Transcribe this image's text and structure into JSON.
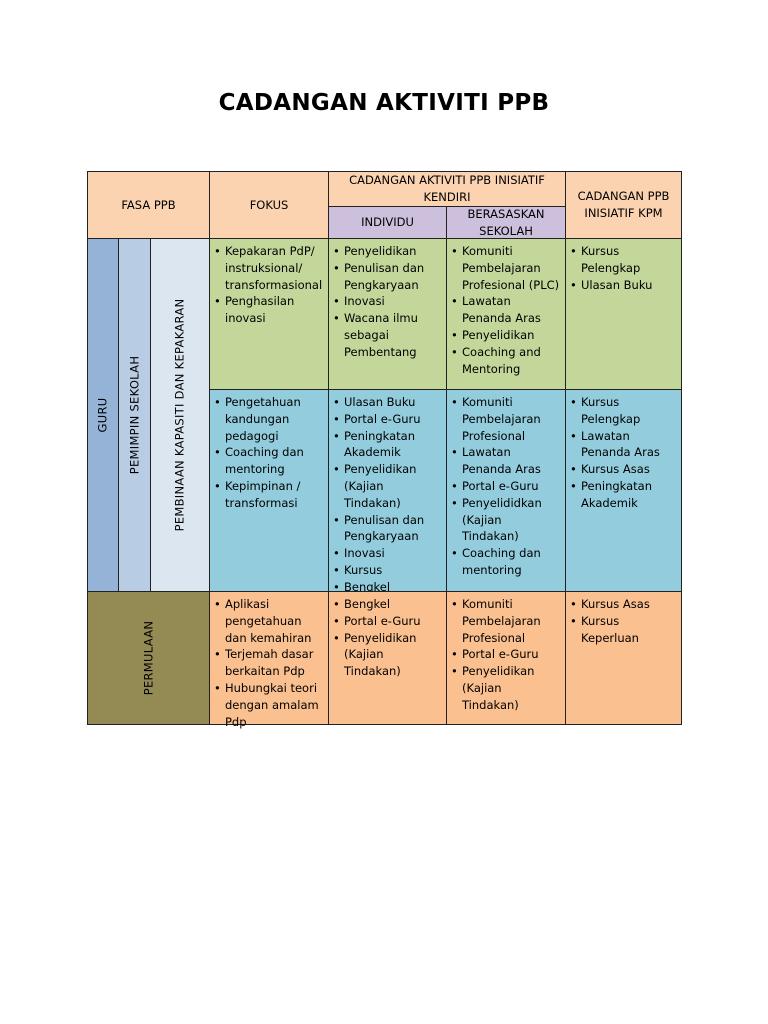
{
  "title": "CADANGAN AKTIVITI PPB",
  "headers": {
    "fasa": "FASA PPB",
    "fokus": "FOKUS",
    "kendiri": "CADANGAN AKTIVITI PPB INISIATIF KENDIRI",
    "individu": "INDIVIDU",
    "sekolah": "BERASASKAN SEKOLAH",
    "kpm": "CADANGAN PPB INISIATIF KPM"
  },
  "phases": {
    "guru": "GURU",
    "pemimpin": "PEMIMPIN SEKOLAH",
    "pembinaan": "PEMBINAAN KAPASITI DAN KEPAKARAN",
    "permulaan": "PERMULAAN"
  },
  "rows": [
    {
      "fokus": [
        "Kepakaran PdP/ instruksional/ transformasional",
        "Penghasilan inovasi"
      ],
      "individu": [
        "Penyelidikan",
        "Penulisan dan Pengkaryaan",
        "Inovasi",
        "Wacana ilmu sebagai Pembentang"
      ],
      "sekolah": [
        "Komuniti Pembelajaran Profesional (PLC)",
        "Lawatan Penanda Aras",
        "Penyelidikan",
        "Coaching and Mentoring"
      ],
      "kpm": [
        "Kursus Pelengkap",
        "Ulasan Buku"
      ]
    },
    {
      "fokus": [
        "Pengetahuan kandungan pedagogi",
        "Coaching dan mentoring",
        "Kepimpinan / transformasi"
      ],
      "individu": [
        "Ulasan Buku",
        "Portal e-Guru",
        "Peningkatan Akademik",
        "Penyelidikan (Kajian Tindakan)",
        "Penulisan dan Pengkaryaan",
        "Inovasi",
        "Kursus",
        "Bengkel"
      ],
      "sekolah": [
        "Komuniti Pembelajaran Profesional",
        "Lawatan Penanda Aras",
        "Portal e-Guru",
        "Penyelididkan (Kajian Tindakan)",
        "Coaching dan mentoring"
      ],
      "kpm": [
        "Kursus Pelengkap",
        "Lawatan Penanda Aras",
        "Kursus Asas",
        "Peningkatan Akademik"
      ]
    },
    {
      "fokus": [
        "Aplikasi pengetahuan dan kemahiran",
        "Terjemah dasar berkaitan Pdp",
        "Hubungkai teori dengan amalam Pdp"
      ],
      "individu": [
        "Bengkel",
        "Portal e-Guru",
        "Penyelidikan (Kajian Tindakan)"
      ],
      "sekolah": [
        "Komuniti Pembelajaran Profesional",
        "Portal e-Guru",
        "Penyelidikan (Kajian Tindakan)"
      ],
      "kpm": [
        "Kursus Asas",
        "Kursus Keperluan"
      ]
    }
  ],
  "colors": {
    "header": "#fbd3b0",
    "subheader": "#cdc0dc",
    "row1": "#c4d79b",
    "row2": "#93cddd",
    "row3": "#fac090",
    "guru": "#95b3d7",
    "pemimpin": "#b8cce4",
    "pembinaan": "#dce6f1",
    "permulaan": "#948a54"
  }
}
